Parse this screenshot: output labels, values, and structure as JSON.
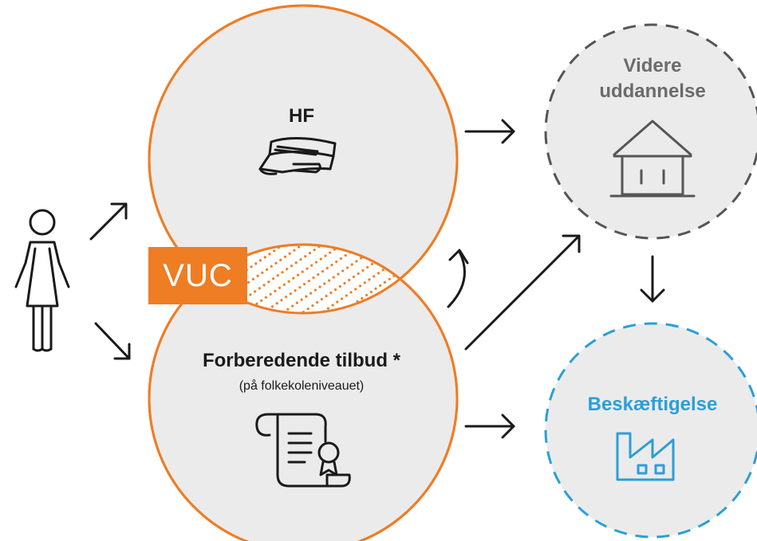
{
  "colors": {
    "orange": "#ee7d24",
    "circle_fill": "#ebebeb",
    "dark_dashed": "#555555",
    "blue": "#2a9fd8",
    "text": "#1a1a1a",
    "gray_text": "#6b6b6b"
  },
  "nodes": {
    "hf": {
      "label": "HF",
      "icon": "student-cap-icon"
    },
    "forberedende": {
      "label": "Forberedende tilbud *",
      "sublabel": "(på folkekoleniveauet)",
      "icon": "certificate-scroll-icon"
    },
    "vuc": {
      "label": "VUC"
    },
    "videre": {
      "label_line1": "Videre",
      "label_line2": "uddannelse",
      "icon": "house-icon"
    },
    "beskaeftigelse": {
      "label": "Beskæftigelse",
      "icon": "factory-icon"
    },
    "person": {
      "icon": "woman-person-icon"
    }
  }
}
